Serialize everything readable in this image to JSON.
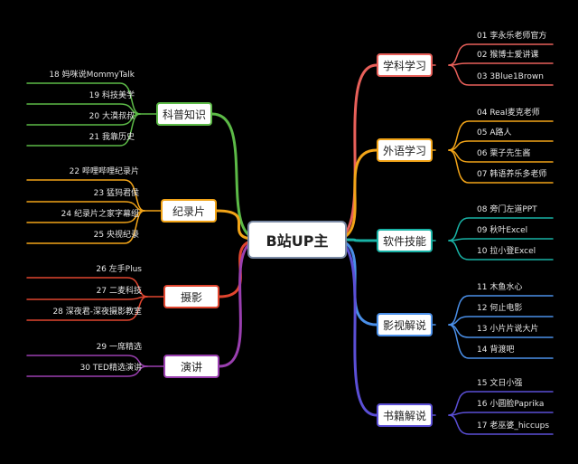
{
  "root": {
    "label": "B站UP主"
  },
  "right": [
    {
      "label": "学科学习",
      "color": "#e8605a",
      "items": [
        "01 李永乐老师官方",
        "02 猴博士爱讲课",
        "03 3Blue1Brown"
      ]
    },
    {
      "label": "外语学习",
      "color": "#f2a418",
      "items": [
        "04 Real麦克老师",
        "05 A路人",
        "06 栗子先生酱",
        "07 韩语养乐多老师"
      ]
    },
    {
      "label": "软件技能",
      "color": "#19b3a6",
      "items": [
        "08 旁门左道PPT",
        "09  秋叶Excel",
        "10  拉小登Excel"
      ]
    },
    {
      "label": "影视解说",
      "color": "#4a8fe8",
      "items": [
        "11 木鱼水心",
        "12 何止电影",
        "13 小片片说大片",
        "14 背渡吧"
      ]
    },
    {
      "label": "书籍解说",
      "color": "#5b4fd6",
      "items": [
        "15 文日小强",
        "16 小圆脸Paprika",
        "17 老巫婆_hiccups"
      ]
    }
  ],
  "left": [
    {
      "label": "科普知识",
      "color": "#5cba47",
      "items": [
        "18 妈咪说MommyTalk",
        "19 科技美学",
        "20 大漠叔叔",
        "21 我靠历史"
      ]
    },
    {
      "label": "纪录片",
      "color": "#f2a418",
      "items": [
        "22 哔哩哔哩纪录片",
        "23 猛犸君侯",
        "24 纪录片之家字幕组",
        "25 央视纪录"
      ]
    },
    {
      "label": "摄影",
      "color": "#e0452f",
      "items": [
        "26 左手Plus",
        "27 二麦科技",
        "28 深夜君-深夜摄影教室"
      ]
    },
    {
      "label": "演讲",
      "color": "#9a3fb0",
      "items": [
        "29 一席精选",
        "30 TED精选演讲"
      ]
    }
  ]
}
